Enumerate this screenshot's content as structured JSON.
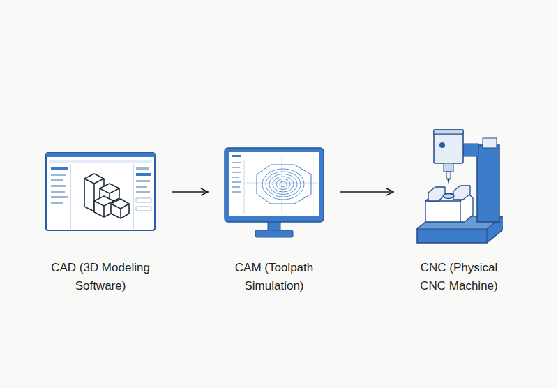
{
  "diagram": {
    "nodes": [
      {
        "text": [
          "CAD (3D Modeling Software)"
        ]
      },
      {
        "text": [
          "CAM (Toolpath Simulation)"
        ]
      },
      {
        "text": [
          "CNC (Physical CNC Machine)"
        ]
      }
    ],
    "edges": [
      {
        "from": 0,
        "to": 1,
        "arrow": "to"
      },
      {
        "from": 1,
        "to": 2,
        "arrow": "to"
      }
    ]
  }
}
